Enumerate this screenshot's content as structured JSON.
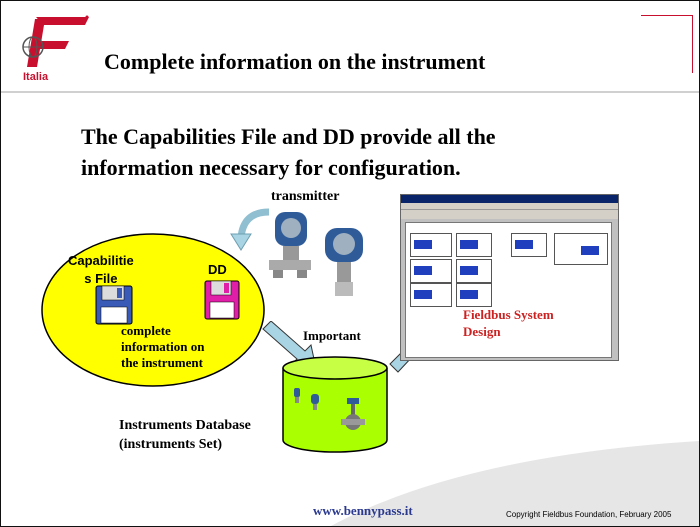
{
  "logo": {
    "text": "Italia",
    "colors": {
      "red": "#c8102e"
    }
  },
  "header": {
    "title": "Complete information on the instrument"
  },
  "main": {
    "subtitle_line1": "The Capabilities File and DD provide all the",
    "subtitle_line2": "information necessary for configuration.",
    "transmitter_label": "transmitter",
    "ellipse": {
      "capabilities_line1": "Capabilitie",
      "capabilities_line2": "s File",
      "dd_label": "DD",
      "info_line1": "complete",
      "info_line2": "information on",
      "info_line3": "the instrument",
      "fill_color": "#ffff00"
    },
    "important_label": "Important",
    "database": {
      "label_line1": "Instruments Database",
      "label_line2": "(instruments Set)",
      "fill_color": "#aaff00"
    },
    "design": {
      "line1": "Fieldbus System",
      "line2": "Design",
      "color": "#cc2222"
    }
  },
  "footer": {
    "url": "www.bennypass.it",
    "copyright": "Copyright Fieldbus Foundation,  February 2005"
  }
}
